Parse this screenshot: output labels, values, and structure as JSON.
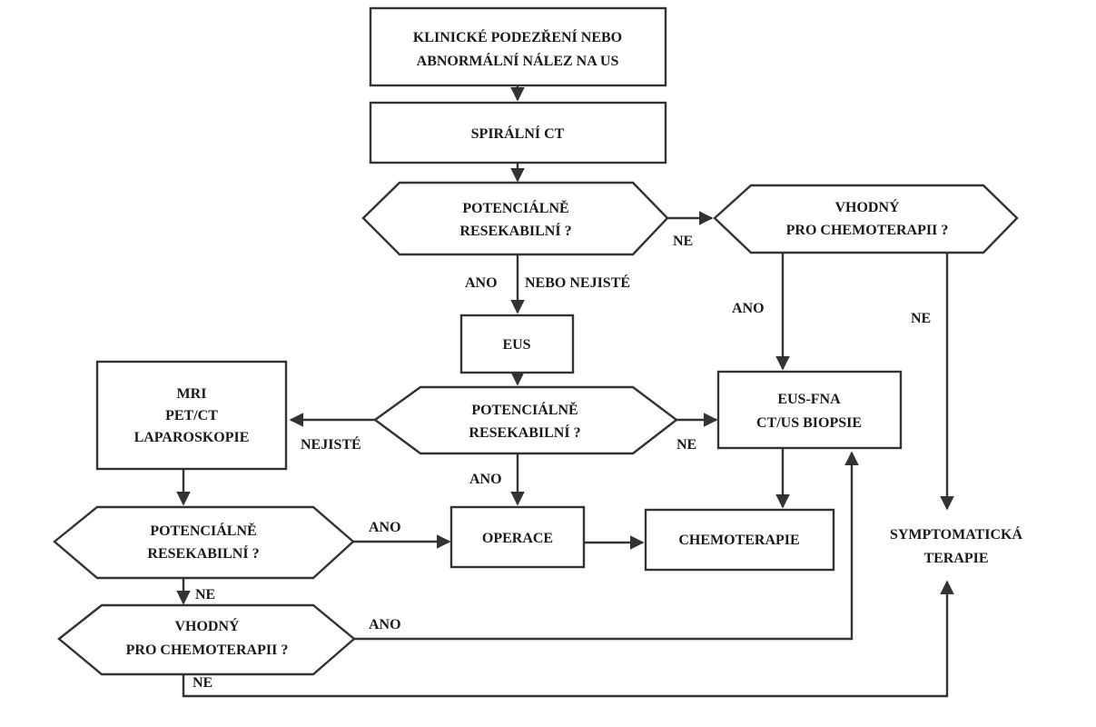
{
  "nodes": {
    "start": [
      "KLINICKÉ PODEZŘENÍ NEBO",
      "ABNORMÁLNÍ NÁLEZ NA US"
    ],
    "spiral_ct": [
      "SPIRÁLNÍ CT"
    ],
    "decision_resect_1": [
      "POTENCIÁLNĚ",
      "RESEKABILNÍ ?"
    ],
    "decision_chemo_1": [
      "VHODNÝ",
      "PRO CHEMOTERAPII ?"
    ],
    "eus": [
      "EUS"
    ],
    "decision_resect_2": [
      "POTENCIÁLNĚ",
      "RESEKABILNÍ ?"
    ],
    "mri_pet": [
      "MRI",
      "PET/CT",
      "LAPAROSKOPIE"
    ],
    "eus_fna": [
      "EUS-FNA",
      "CT/US BIOPSIE"
    ],
    "decision_resect_3": [
      "POTENCIÁLNĚ",
      "RESEKABILNÍ ?"
    ],
    "operace": [
      "OPERACE"
    ],
    "chemoterapie": [
      "CHEMOTERAPIE"
    ],
    "symptomatic": [
      "SYMPTOMATICKÁ",
      "TERAPIE"
    ],
    "decision_chemo_2": [
      "VHODNÝ",
      "PRO CHEMOTERAPII ?"
    ]
  },
  "edge_labels": {
    "r1_no": "NE",
    "r1_yes_a": "ANO",
    "r1_yes_b": "NEBO NEJISTÉ",
    "c1_yes": "ANO",
    "c1_no": "NE",
    "r2_unsure": "NEJISTÉ",
    "r2_no": "NE",
    "r2_yes": "ANO",
    "r3_yes": "ANO",
    "r3_no": "NE",
    "c2_yes": "ANO",
    "c2_no": "NE"
  }
}
